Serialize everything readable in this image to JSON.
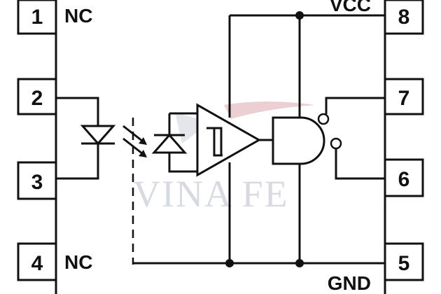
{
  "pins": [
    {
      "number": "1",
      "label": "NC"
    },
    {
      "number": "2",
      "label": ""
    },
    {
      "number": "3",
      "label": ""
    },
    {
      "number": "4",
      "label": "NC"
    },
    {
      "number": "5",
      "label": "GND"
    },
    {
      "number": "6",
      "label": ""
    },
    {
      "number": "7",
      "label": ""
    },
    {
      "number": "8",
      "label": "VCC"
    }
  ],
  "watermark": "VINA FE",
  "colors": {
    "line": "#111111",
    "watermark": "#b8bcc8",
    "background": "#ffffff"
  }
}
